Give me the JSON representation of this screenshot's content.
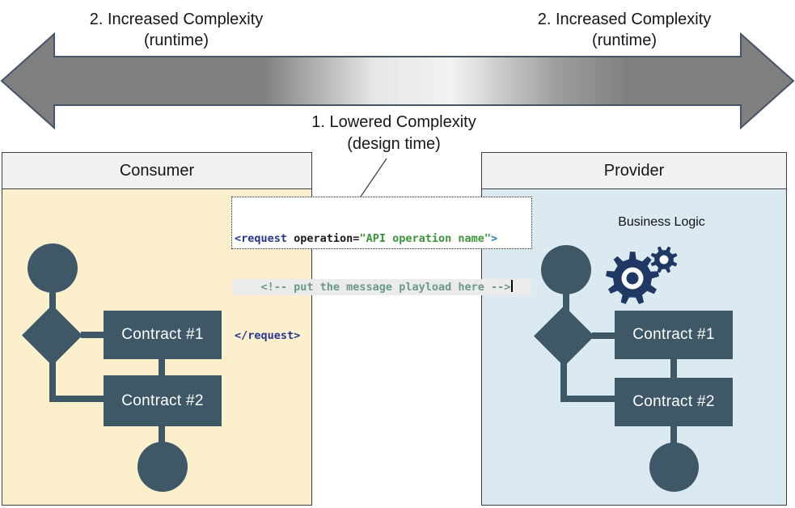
{
  "arrow": {
    "left_label": {
      "title": "2. Increased Complexity",
      "subtitle": "(runtime)"
    },
    "right_label": {
      "title": "2. Increased Complexity",
      "subtitle": "(runtime)"
    },
    "center_label": {
      "title": "1. Lowered Complexity",
      "subtitle": "(design time)"
    }
  },
  "consumer": {
    "title": "Consumer",
    "nodes": {
      "contract1": "Contract #1",
      "contract2": "Contract #2"
    }
  },
  "provider": {
    "title": "Provider",
    "business_logic": "Business Logic",
    "nodes": {
      "contract1": "Contract #1",
      "contract2": "Contract #2"
    }
  },
  "code_editor": {
    "line1": {
      "tag": "<request",
      "attr": " operation=",
      "value": "\"API operation name\"",
      "bracket": ">"
    },
    "line2": {
      "comment": "    <!-- put the message playload here -->"
    },
    "line3": {
      "tag": "</request>"
    }
  },
  "colors": {
    "shape_fill": "#3e5867",
    "gear_fill": "#1f3864",
    "consumer_bg": "#fcf0cc",
    "provider_bg": "#dbeaf1",
    "header_bg": "#f1f1f1",
    "arrow_gray": "#7f7f7f",
    "arrow_light": "#f2f2f2",
    "arrow_outline": "#44546a",
    "code_tag": "#283593",
    "code_string": "#3c9639",
    "code_comment": "#6a9a86",
    "code_bracket": "#2e75b6"
  }
}
